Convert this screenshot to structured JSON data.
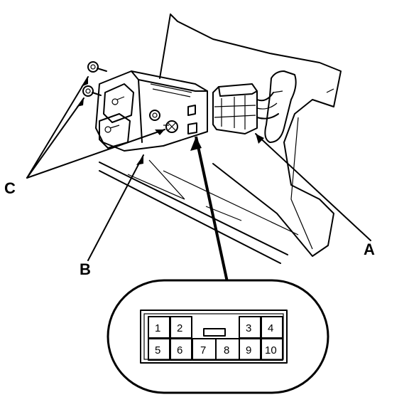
{
  "callouts": {
    "a": "A",
    "b": "B",
    "c": "C"
  },
  "connector": {
    "pins": [
      "1",
      "2",
      "3",
      "4",
      "5",
      "6",
      "7",
      "8",
      "9",
      "10"
    ]
  },
  "colors": {
    "ink": "#000000",
    "paper": "#ffffff"
  }
}
